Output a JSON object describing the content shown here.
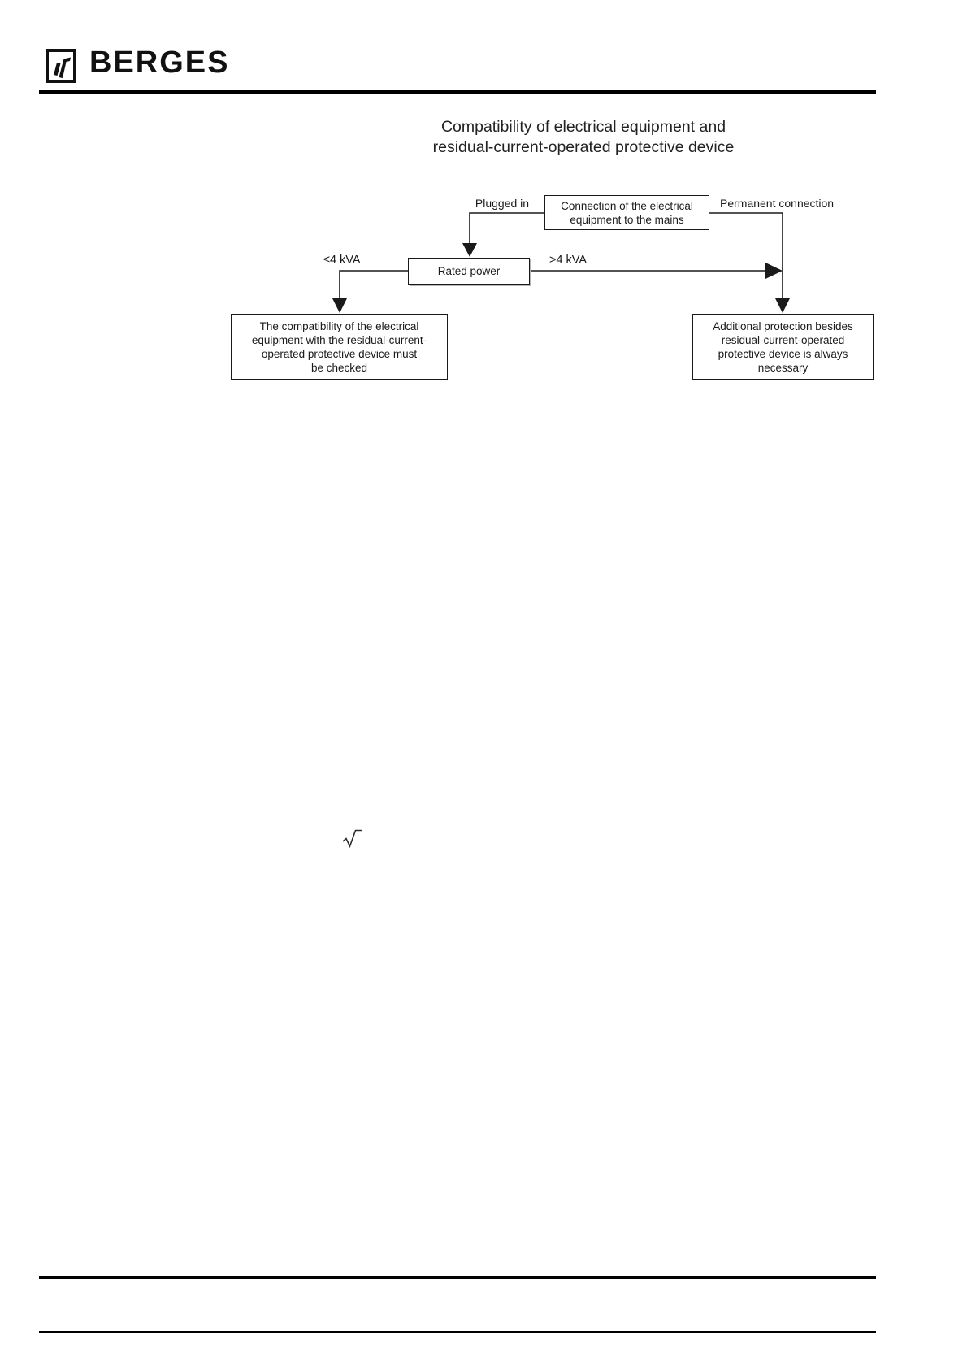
{
  "brand": {
    "name": "BERGES"
  },
  "title": {
    "line1": "Compatibility of electrical equipment and",
    "line2": "residual-current-operated protective device"
  },
  "flowchart": {
    "top_box_lines": [
      "Connection of the electrical",
      "equipment to the mains"
    ],
    "plugged_in_label": "Plugged in",
    "permanent_label": "Permanent connection",
    "rated_power_label": "Rated power",
    "le_4kva_label": "≤4 kVA",
    "gt_4kva_label": ">4 kVA",
    "left_box_lines": [
      "The compatibility of the electrical",
      "equipment with the residual-current-",
      "operated protective device must",
      "be checked"
    ],
    "right_box_lines": [
      "Additional protection besides",
      "residual-current-operated",
      "protective device is always",
      "necessary"
    ]
  },
  "symbols": {
    "radical": "√"
  },
  "colors": {
    "ink": "#1a1a1a",
    "rule": "#000000"
  }
}
